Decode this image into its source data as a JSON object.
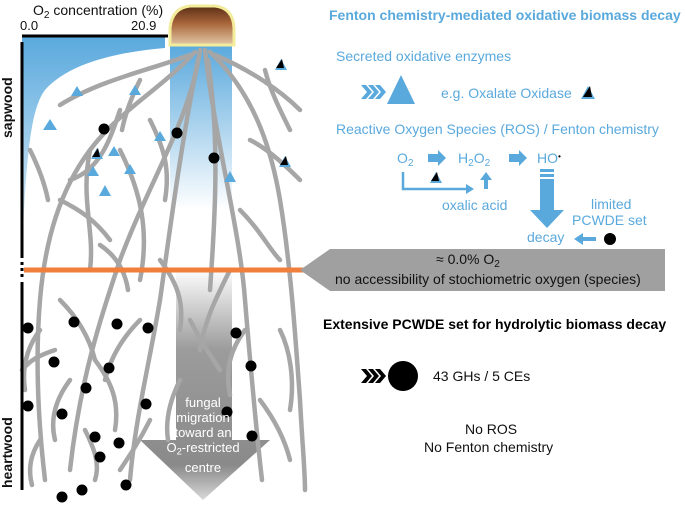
{
  "axis": {
    "title_main": "O",
    "title_sub": "2",
    "title_rest": " concentration (%)",
    "min_label": "0.0",
    "max_label": "20.9"
  },
  "zones": {
    "sapwood": "sapwood",
    "heartwood": "heartwood"
  },
  "fenton_panel": {
    "title": "Fenton chemistry-mediated oxidative biomass decay",
    "enzymes_label": "Secreted oxidative enzymes",
    "example_label": "e.g. Oxalate Oxidase",
    "ros_label": "Reactive Oxygen Species (ROS) / Fenton chemistry",
    "o2": "O",
    "o2_sub": "2",
    "h2o2_a": "H",
    "h2o2_sub1": "2",
    "h2o2_b": "O",
    "h2o2_sub2": "2",
    "ho": "HO",
    "ho_sup": "•",
    "oxalic_acid": "oxalic acid",
    "decay": "decay",
    "limited_line1": "limited",
    "limited_line2": "PCWDE set"
  },
  "boundary_banner": {
    "line1_prefix": "≈ 0.0% O",
    "line1_sub": "2",
    "line2": "no accessibility of stochiometric oxygen (species)"
  },
  "hydrolytic_panel": {
    "title": "Extensive PCWDE set for hydrolytic biomass decay",
    "counts": "43 GHs / 5 CEs",
    "no_ros": "No ROS",
    "no_fenton": "No Fenton chemistry"
  },
  "migration_arrow": {
    "line1": "fungal",
    "line2": "migration",
    "line3": "toward an",
    "line4_prefix": "O",
    "line4_sub": "2",
    "line4_rest": "-restricted",
    "line5": "centre"
  },
  "colors": {
    "blue": "#5aa9dd",
    "orange": "#f07f3c",
    "hyphae": "#a6a6a6",
    "banner": "#a0a0a0",
    "black": "#000000"
  }
}
